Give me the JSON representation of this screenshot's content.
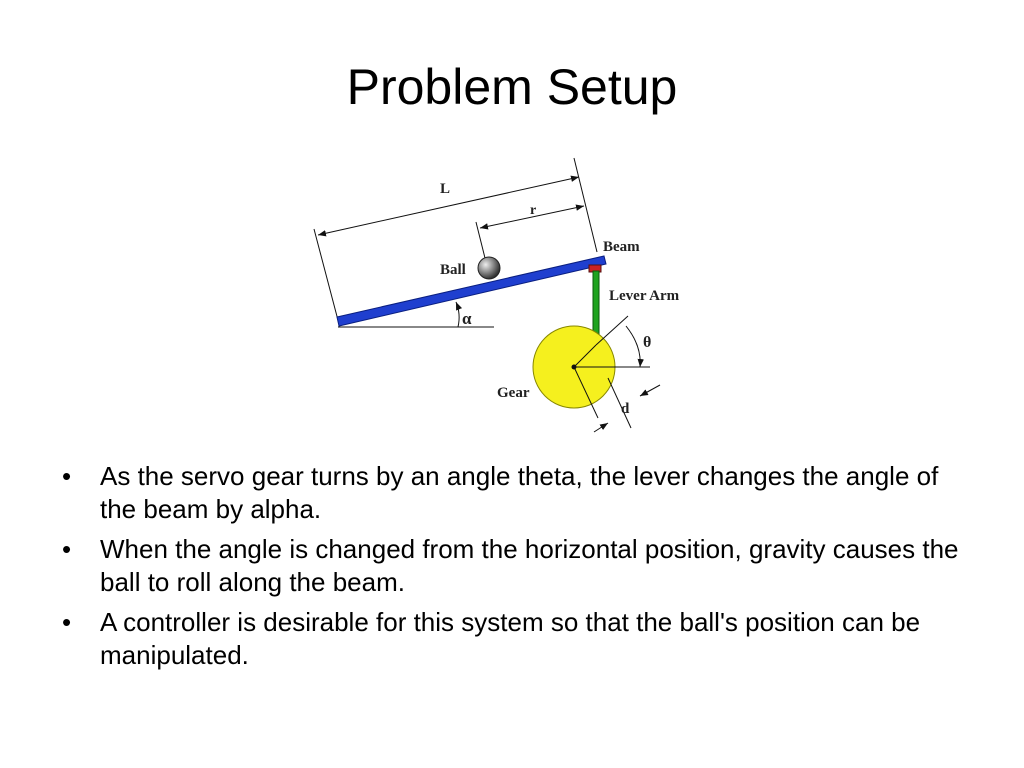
{
  "title": "Problem Setup",
  "diagram": {
    "labels": {
      "L": "L",
      "r": "r",
      "beam": "Beam",
      "ball": "Ball",
      "lever_arm": "Lever Arm",
      "alpha": "α",
      "theta": "θ",
      "gear": "Gear",
      "d": "d"
    },
    "colors": {
      "beam": "#1f3fcf",
      "lever_arm": "#1fa31f",
      "gear": "#f5f01e",
      "beam_joint": "#cc2222",
      "ball": "#777777"
    }
  },
  "bullets": [
    {
      "mark": "•",
      "text": "As the servo gear turns by an angle theta, the lever changes the angle of the beam by alpha."
    },
    {
      "mark": "•",
      "text": "When the angle is changed from the horizontal position, gravity causes the ball to roll along the beam."
    },
    {
      "mark": "•",
      "text": "A controller is desirable for this system so that the ball's position can be manipulated."
    }
  ]
}
